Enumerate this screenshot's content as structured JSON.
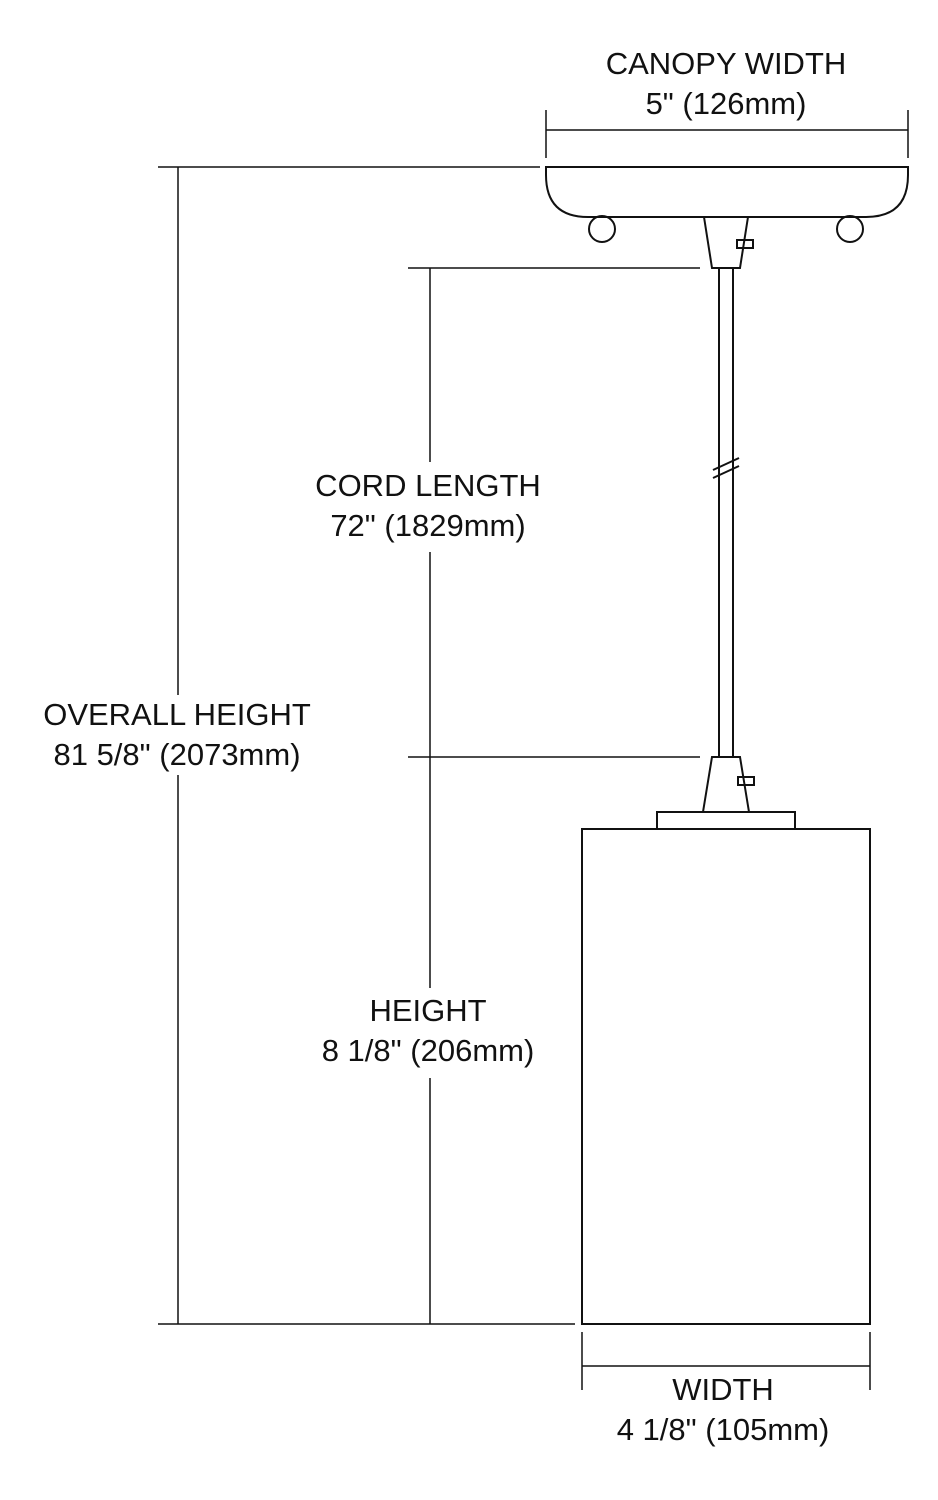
{
  "colors": {
    "line": "#111111",
    "background": "#ffffff"
  },
  "dimensions": {
    "canopy_width": {
      "label": "CANOPY WIDTH",
      "value": "5\" (126mm)"
    },
    "cord_length": {
      "label": "CORD LENGTH",
      "value": "72\" (1829mm)"
    },
    "overall_height": {
      "label": "OVERALL HEIGHT",
      "value": "81 5/8\" (2073mm)"
    },
    "height": {
      "label": "HEIGHT",
      "value": "8 1/8\" (206mm)"
    },
    "width": {
      "label": "WIDTH",
      "value": "4 1/8\" (105mm)"
    }
  }
}
